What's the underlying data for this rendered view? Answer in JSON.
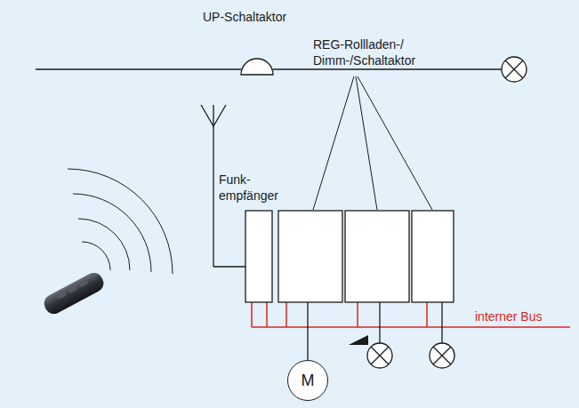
{
  "diagram": {
    "nodes": [
      {
        "text": [
          "M"
        ]
      }
    ],
    "labels": [
      "UP-Schaltaktor",
      "REG-Rollladen-/ Dimm-/Schaltaktor",
      "Funk- empfänger",
      "interner Bus"
    ]
  }
}
